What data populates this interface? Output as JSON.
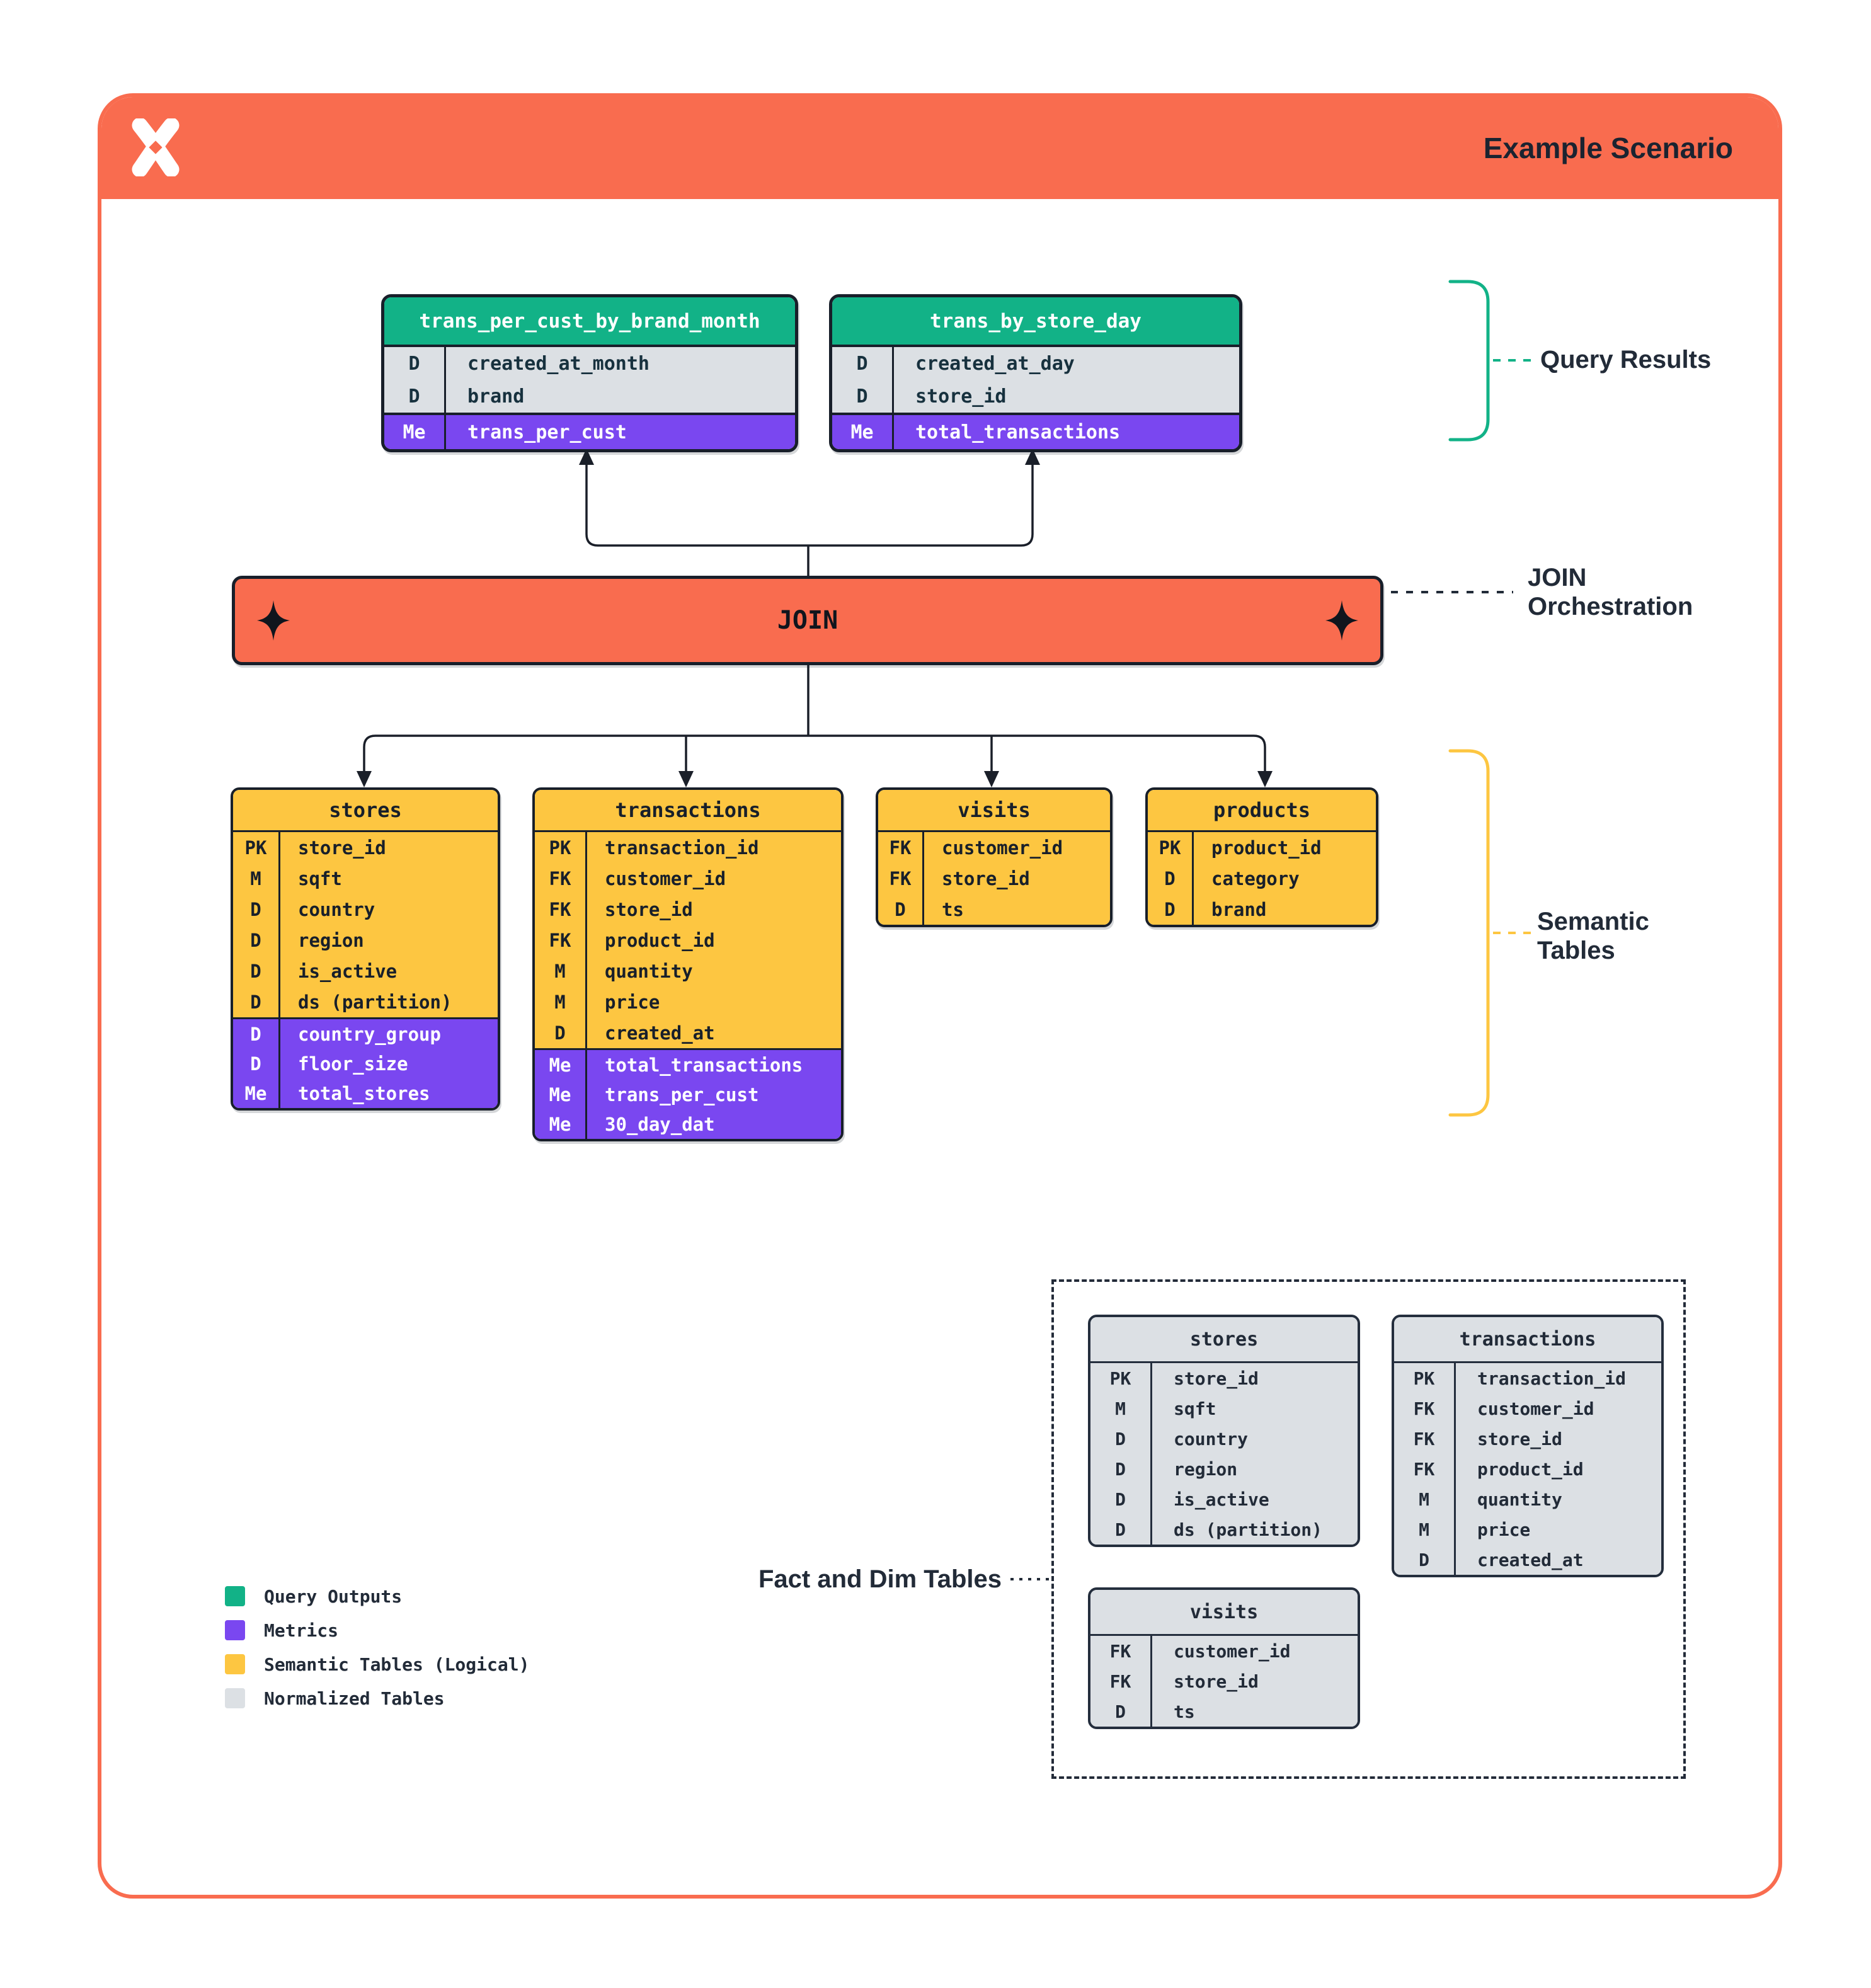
{
  "header": {
    "title": "Example Scenario"
  },
  "join_label": "JOIN",
  "annotations": {
    "query_results": "Query Results",
    "join_orchestration": "JOIN\nOrchestration",
    "semantic_tables": "Semantic\nTables",
    "fact_and_dim": "Fact and Dim Tables"
  },
  "query_tables": [
    {
      "title": "trans_per_cust_by_brand_month",
      "sections": [
        {
          "kind": "base",
          "rows": [
            {
              "key": "D",
              "name": "created_at_month"
            },
            {
              "key": "D",
              "name": "brand"
            }
          ]
        },
        {
          "kind": "metrics",
          "rows": [
            {
              "key": "Me",
              "name": "trans_per_cust"
            }
          ]
        }
      ]
    },
    {
      "title": "trans_by_store_day",
      "sections": [
        {
          "kind": "base",
          "rows": [
            {
              "key": "D",
              "name": "created_at_day"
            },
            {
              "key": "D",
              "name": "store_id"
            }
          ]
        },
        {
          "kind": "metrics",
          "rows": [
            {
              "key": "Me",
              "name": "total_transactions"
            }
          ]
        }
      ]
    }
  ],
  "semantic_tables": [
    {
      "title": "stores",
      "sections": [
        {
          "kind": "base",
          "rows": [
            {
              "key": "PK",
              "name": "store_id"
            },
            {
              "key": "M",
              "name": "sqft"
            },
            {
              "key": "D",
              "name": "country"
            },
            {
              "key": "D",
              "name": "region"
            },
            {
              "key": "D",
              "name": "is_active"
            },
            {
              "key": "D",
              "name": "ds (partition)"
            }
          ]
        },
        {
          "kind": "metrics",
          "rows": [
            {
              "key": "D",
              "name": "country_group"
            },
            {
              "key": "D",
              "name": "floor_size"
            },
            {
              "key": "Me",
              "name": "total_stores"
            }
          ]
        }
      ]
    },
    {
      "title": "transactions",
      "sections": [
        {
          "kind": "base",
          "rows": [
            {
              "key": "PK",
              "name": "transaction_id"
            },
            {
              "key": "FK",
              "name": "customer_id"
            },
            {
              "key": "FK",
              "name": "store_id"
            },
            {
              "key": "FK",
              "name": "product_id"
            },
            {
              "key": "M",
              "name": "quantity"
            },
            {
              "key": "M",
              "name": "price"
            },
            {
              "key": "D",
              "name": "created_at"
            }
          ]
        },
        {
          "kind": "metrics",
          "rows": [
            {
              "key": "Me",
              "name": "total_transactions"
            },
            {
              "key": "Me",
              "name": "trans_per_cust"
            },
            {
              "key": "Me",
              "name": "30_day_dat"
            }
          ]
        }
      ]
    },
    {
      "title": "visits",
      "sections": [
        {
          "kind": "base",
          "rows": [
            {
              "key": "FK",
              "name": "customer_id"
            },
            {
              "key": "FK",
              "name": "store_id"
            },
            {
              "key": "D",
              "name": "ts"
            }
          ]
        }
      ]
    },
    {
      "title": "products",
      "sections": [
        {
          "kind": "base",
          "rows": [
            {
              "key": "PK",
              "name": "product_id"
            },
            {
              "key": "D",
              "name": "category"
            },
            {
              "key": "D",
              "name": "brand"
            }
          ]
        }
      ]
    }
  ],
  "normalized_tables": [
    {
      "title": "stores",
      "sections": [
        {
          "kind": "base",
          "rows": [
            {
              "key": "PK",
              "name": "store_id"
            },
            {
              "key": "M",
              "name": "sqft"
            },
            {
              "key": "D",
              "name": "country"
            },
            {
              "key": "D",
              "name": "region"
            },
            {
              "key": "D",
              "name": "is_active"
            },
            {
              "key": "D",
              "name": "ds (partition)"
            }
          ]
        }
      ]
    },
    {
      "title": "transactions",
      "sections": [
        {
          "kind": "base",
          "rows": [
            {
              "key": "PK",
              "name": "transaction_id"
            },
            {
              "key": "FK",
              "name": "customer_id"
            },
            {
              "key": "FK",
              "name": "store_id"
            },
            {
              "key": "FK",
              "name": "product_id"
            },
            {
              "key": "M",
              "name": "quantity"
            },
            {
              "key": "M",
              "name": "price"
            },
            {
              "key": "D",
              "name": "created_at"
            }
          ]
        }
      ]
    },
    {
      "title": "visits",
      "sections": [
        {
          "kind": "base",
          "rows": [
            {
              "key": "FK",
              "name": "customer_id"
            },
            {
              "key": "FK",
              "name": "store_id"
            },
            {
              "key": "D",
              "name": "ts"
            }
          ]
        }
      ]
    }
  ],
  "legend": {
    "items": [
      {
        "label": "Query Outputs",
        "color": "#12B287"
      },
      {
        "label": "Metrics",
        "color": "#7A47F0"
      },
      {
        "label": "Semantic Tables (Logical)",
        "color": "#FDC641"
      },
      {
        "label": "Normalized Tables",
        "color": "#DCE0E4"
      }
    ]
  },
  "colors": {
    "accent_orange": "#F96C4F",
    "query_output_green": "#12B287",
    "metric_purple": "#7A47F0",
    "semantic_yellow": "#FDC641",
    "normalized_gray": "#DCE0E4",
    "ink": "#1B2330"
  }
}
